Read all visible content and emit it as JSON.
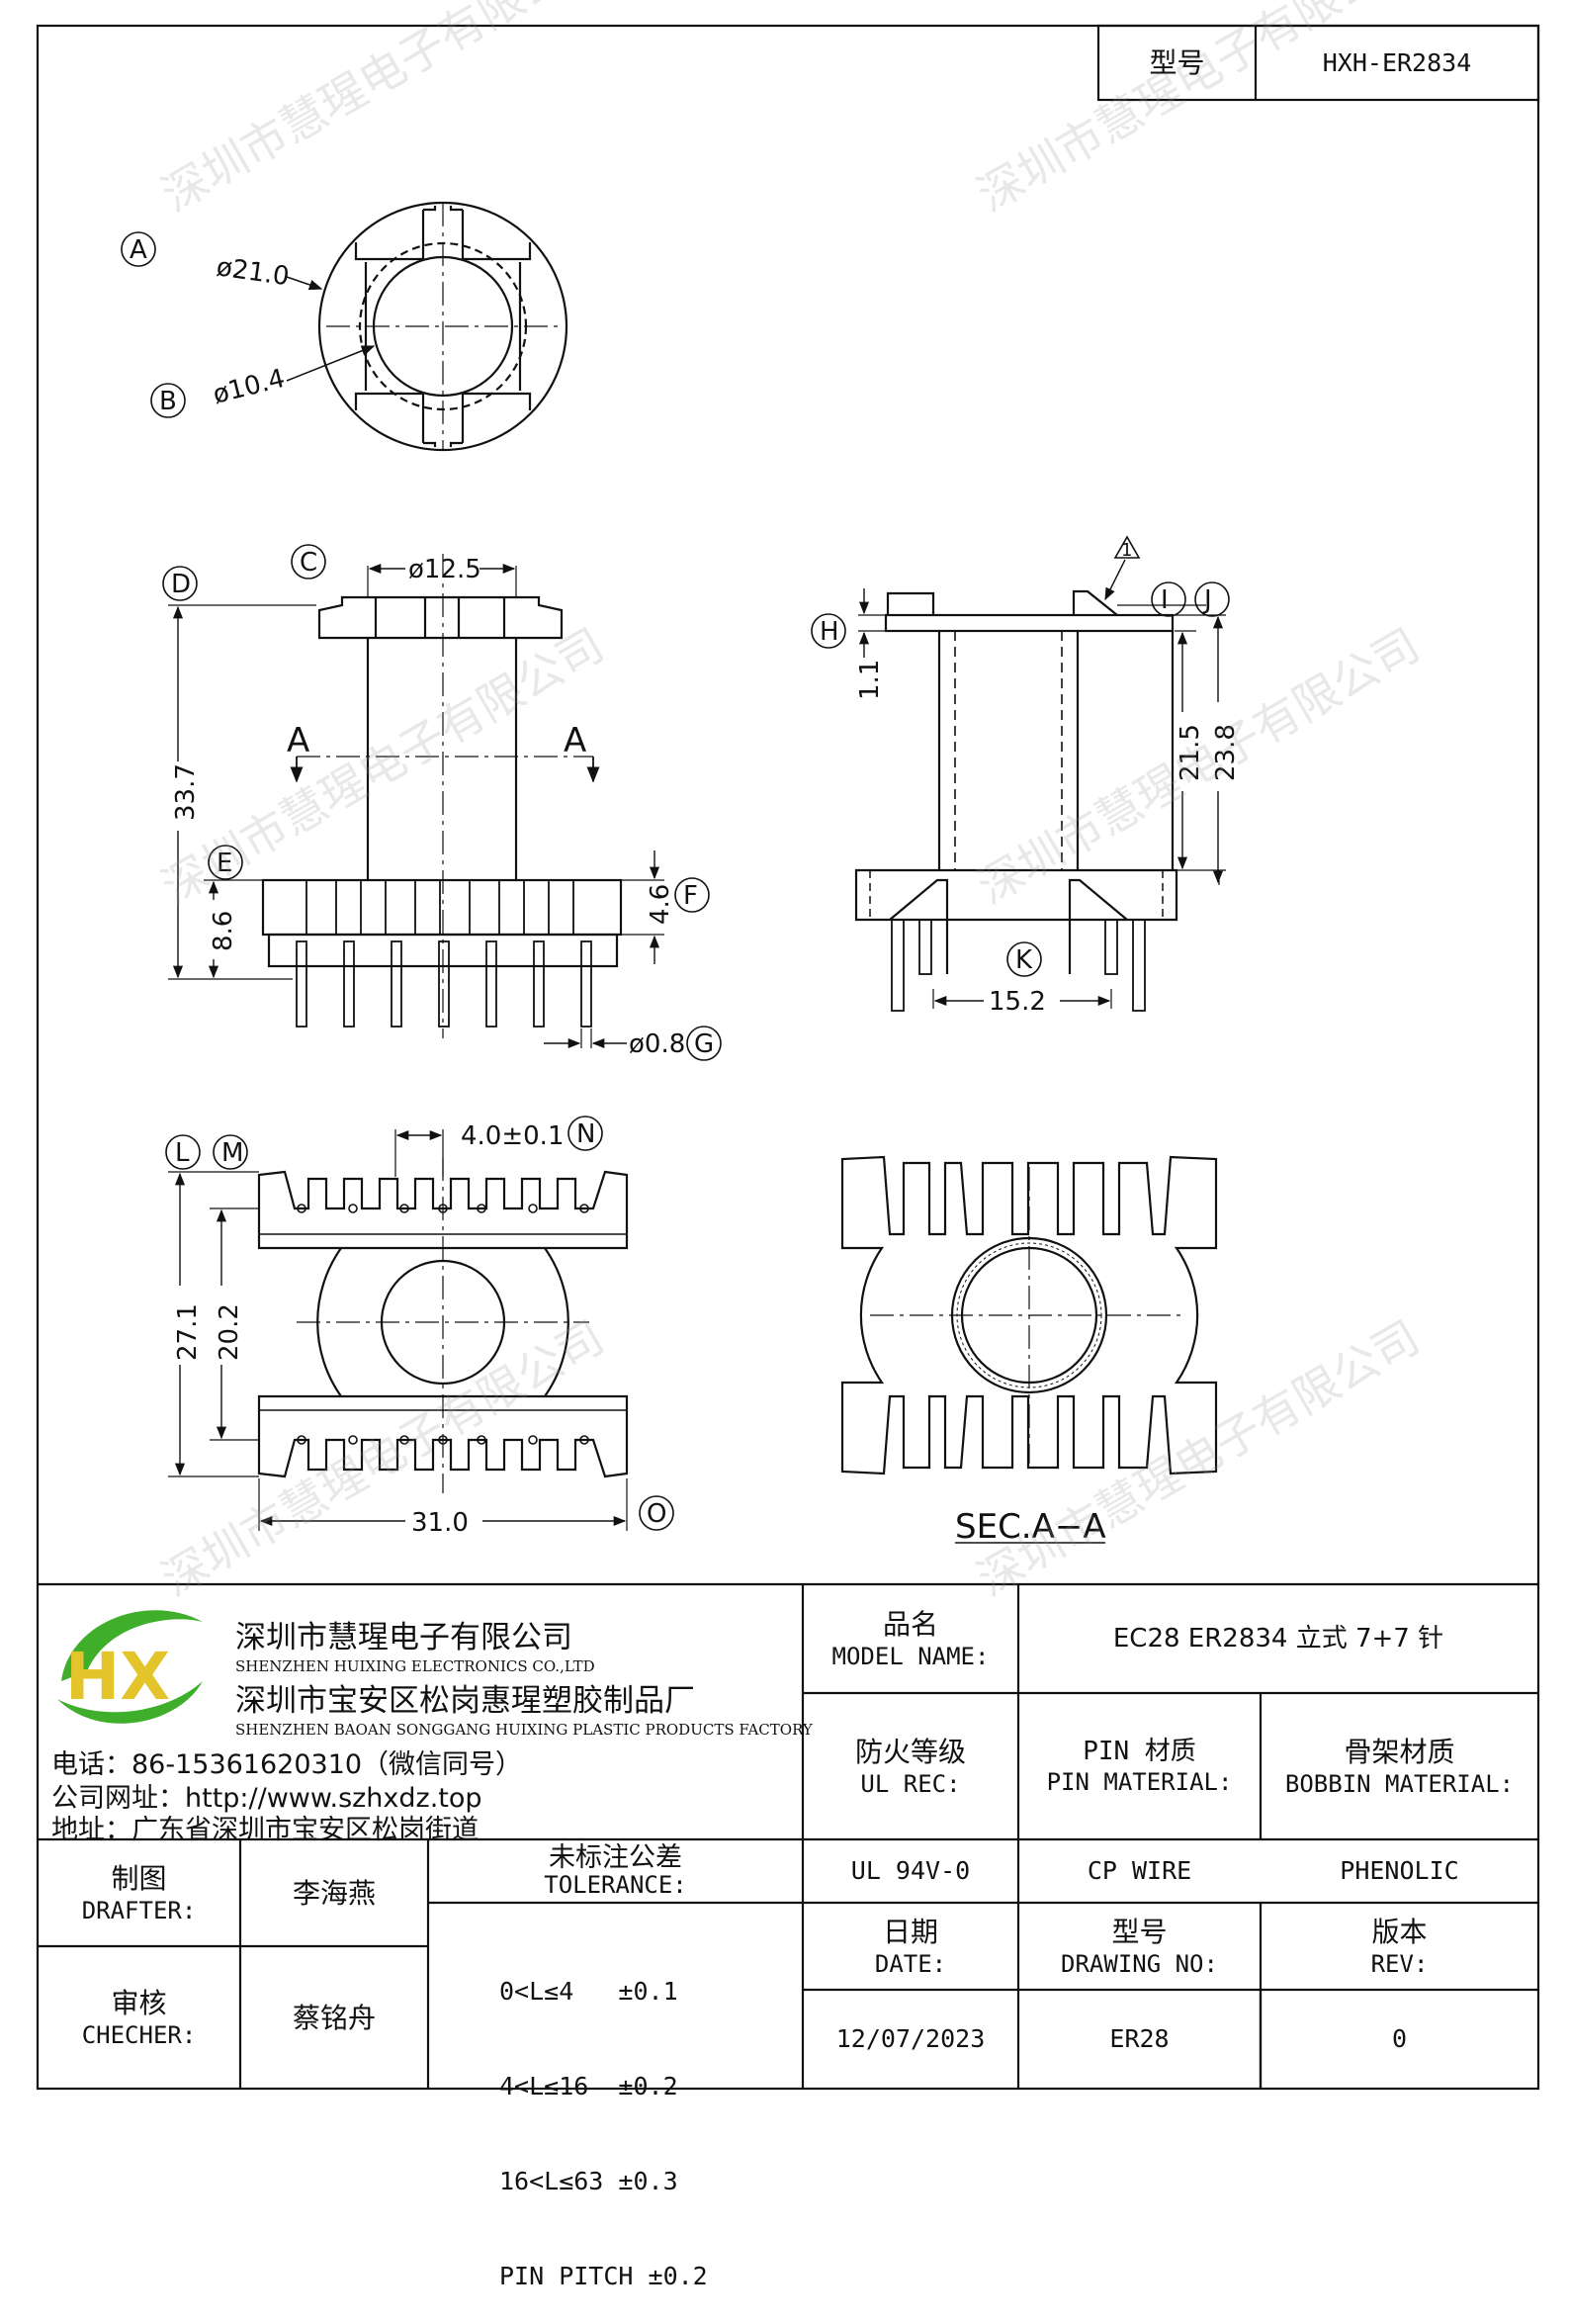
{
  "header": {
    "model_label": "型号",
    "model_value": "HXH-ER2834"
  },
  "drawing": {
    "labels": {
      "A": "A",
      "B": "B",
      "C": "C",
      "D": "D",
      "E": "E",
      "F": "F",
      "G": "G",
      "H": "H",
      "I": "I",
      "J": "J",
      "K": "K",
      "L": "L",
      "M": "M",
      "N": "N",
      "O": "O",
      "tri": "1"
    },
    "dims": {
      "d21": "ø21.0",
      "d104": "ø10.4",
      "d125": "ø12.5",
      "h337": "33.7",
      "h86": "8.6",
      "h46": "4.6",
      "d08": "ø0.8",
      "h11": "1.1",
      "h215": "21.5",
      "h238": "23.8",
      "w152": "15.2",
      "pitch": "4.0±0.1",
      "h271": "27.1",
      "h202": "20.2",
      "w310": "31.0",
      "section_a": "A",
      "section_title": "SEC.A−A"
    }
  },
  "company": {
    "name_cn": "深圳市慧瑆电子有限公司",
    "name_en": "SHENZHEN HUIXING ELECTRONICS CO.,LTD",
    "factory_cn": "深圳市宝安区松岗惠瑆塑胶制品厂",
    "factory_en": "SHENZHEN BAOAN SONGGANG HUIXING PLASTIC PRODUCTS FACTORY",
    "phone": "电话：86-15361620310（微信同号）",
    "website": "公司网址：http://www.szhxdz.top",
    "address": "地址：广东省深圳市宝安区松岗街道",
    "logo_text": "HX"
  },
  "title_block": {
    "model_name_cn": "品名",
    "model_name_en": "MODEL NAME:",
    "model_name_value": "EC28 ER2834 立式 7+7 针",
    "ul_cn": "防火等级",
    "ul_en": "UL REC:",
    "pin_cn": "PIN 材质",
    "pin_en": "PIN MATERIAL:",
    "bobbin_cn": "骨架材质",
    "bobbin_en": "BOBBIN MATERIAL:",
    "ul_value": "UL 94V-0",
    "pin_value": "CP WIRE",
    "bobbin_value": "PHENOLIC",
    "drafter_cn": "制图",
    "drafter_en": "DRAFTER:",
    "drafter_value": "李海燕",
    "checker_cn": "审核",
    "checker_en": "CHECHER:",
    "checker_value": "蔡铭舟",
    "tol_cn": "未标注公差",
    "tol_en": "TOLERANCE:",
    "tol_lines": [
      "0<L≤4   ±0.1",
      "4<L≤16  ±0.2",
      "16<L≤63 ±0.3",
      "PIN PITCH ±0.2"
    ],
    "date_cn": "日期",
    "date_en": "DATE:",
    "date_value": "12/07/2023",
    "drawing_cn": "型号",
    "drawing_en": "DRAWING NO:",
    "drawing_value": "ER28",
    "rev_cn": "版本",
    "rev_en": "REV:",
    "rev_value": "0"
  },
  "watermark": "深圳市慧瑆电子有限公司",
  "colors": {
    "line": "#111111",
    "logo_green": "#3fae2a",
    "logo_yellow": "#e3c42a",
    "watermark": "#969696"
  }
}
